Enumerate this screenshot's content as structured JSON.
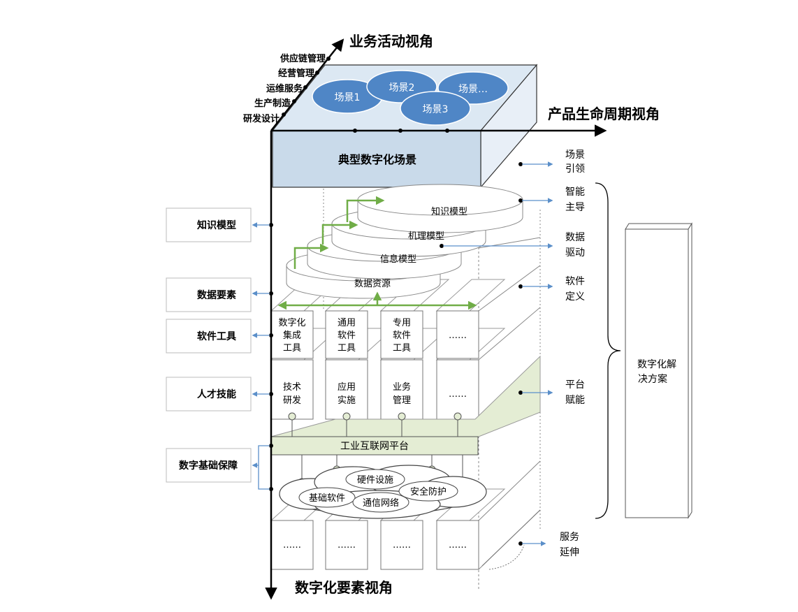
{
  "axes": {
    "business": "业务活动视角",
    "lifecycle": "产品生命周期视角",
    "elements": "数字化要素视角"
  },
  "business_activities": [
    "供应链管理",
    "经营管理",
    "运维服务",
    "生产制造",
    "研发设计"
  ],
  "scenes": [
    "场景1",
    "场景2",
    "场景…",
    "场景3"
  ],
  "typical_scene": "典型数字化场景",
  "models": [
    "知识模型",
    "机理模型",
    "信息模型",
    "数据资源"
  ],
  "tools": [
    [
      "数字化",
      "集成",
      "工具"
    ],
    [
      "通用",
      "软件",
      "工具"
    ],
    [
      "专用",
      "软件",
      "工具"
    ],
    [
      "……"
    ]
  ],
  "skills": [
    [
      "技术",
      "研发"
    ],
    [
      "应用",
      "实施"
    ],
    [
      "业务",
      "管理"
    ],
    [
      "……"
    ]
  ],
  "platform": "工业互联网平台",
  "infrastructure": [
    "硬件设施",
    "安全防护",
    "基础软件",
    "通信网络"
  ],
  "bottom_boxes": [
    "……",
    "……",
    "……",
    "……"
  ],
  "left_labels": [
    "知识模型",
    "数据要素",
    "软件工具",
    "人才技能",
    "数字基础保障"
  ],
  "right_labels": [
    [
      "场景",
      "引领"
    ],
    [
      "智能",
      "主导"
    ],
    [
      "数据",
      "驱动"
    ],
    [
      "软件",
      "定义"
    ],
    [
      "平台",
      "赋能"
    ],
    [
      "服务",
      "延伸"
    ]
  ],
  "solution": [
    "数字化解",
    "决方案"
  ],
  "colors": {
    "scene_blue": "#4F86C6",
    "top_face": "#DCE8F3",
    "front_face": "#C9DAEA",
    "green_arrow": "#70AD47",
    "platform_fill": "#E4EDD4",
    "pointer_blue": "#5B8FC9"
  }
}
